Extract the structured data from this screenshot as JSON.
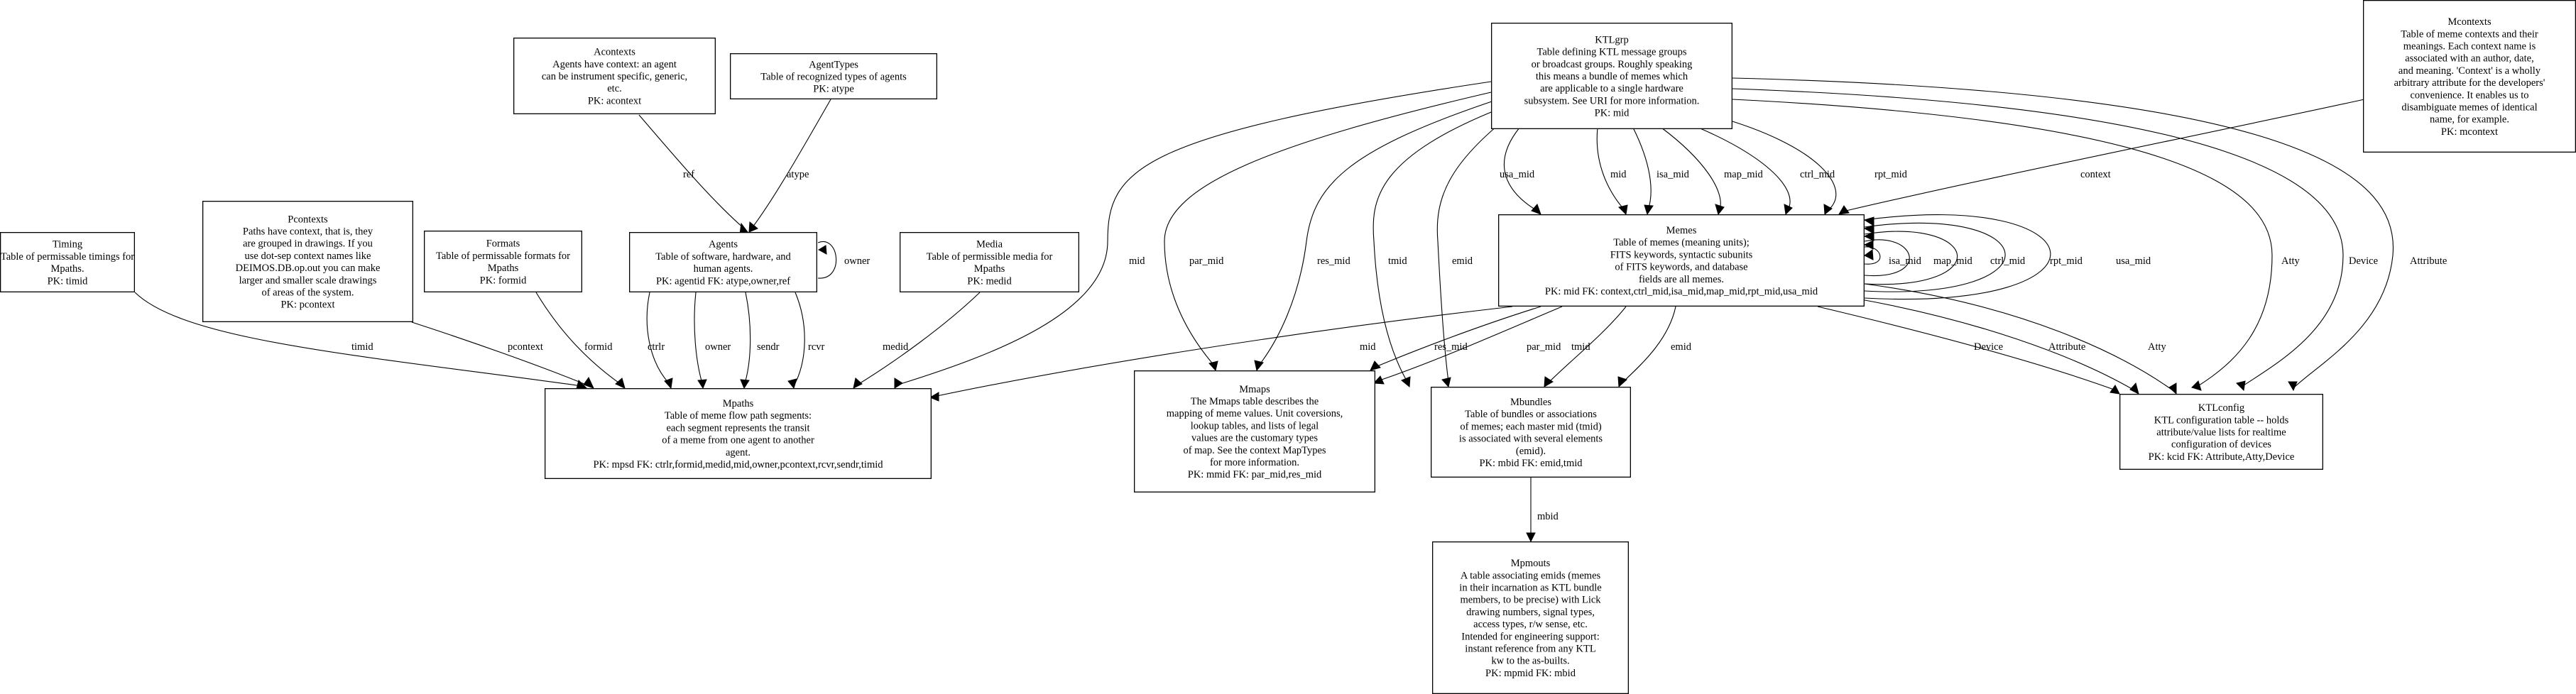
{
  "nodes": {
    "Timing": {
      "title": "Timing",
      "lines": [
        "Table of permissable timings for",
        "Mpaths.",
        "PK: timid"
      ]
    },
    "Pcontexts": {
      "title": "Pcontexts",
      "lines": [
        "Paths have context, that is, they",
        "are grouped in drawings. If you",
        "use dot-sep context names like",
        "DEIMOS.DB.op.out you can make",
        "larger and smaller scale drawings",
        "of areas of the system.",
        "PK: pcontext"
      ]
    },
    "Formats": {
      "title": "Formats",
      "lines": [
        "Table of permissable formats for",
        "Mpaths",
        "PK: formid"
      ]
    },
    "Acontexts": {
      "title": "Acontexts",
      "lines": [
        "Agents have context: an agent",
        "can be instrument specific, generic,",
        "etc.",
        "PK: acontext"
      ]
    },
    "AgentTypes": {
      "title": "AgentTypes",
      "lines": [
        "Table of recognized types of agents",
        "PK: atype"
      ]
    },
    "Agents": {
      "title": "Agents",
      "lines": [
        "Table of software, hardware, and",
        "human agents.",
        "PK: agentid FK: atype,owner,ref"
      ]
    },
    "Media": {
      "title": "Media",
      "lines": [
        "Table of permissible media for",
        "Mpaths",
        "PK: medid"
      ]
    },
    "Mpaths": {
      "title": "Mpaths",
      "lines": [
        "Table of meme flow path segments:",
        "each segment represents the transit",
        "of a meme from one agent to another",
        "agent.",
        "PK: mpsd FK: ctrlr,formid,medid,mid,owner,pcontext,rcvr,sendr,timid"
      ]
    },
    "KTLgrp": {
      "title": "KTLgrp",
      "lines": [
        "Table defining KTL message groups",
        "or broadcast groups. Roughly speaking",
        "this means a bundle of memes which",
        "are applicable to a single hardware",
        "subsystem. See URI for more information.",
        "PK: mid"
      ]
    },
    "Mcontexts": {
      "title": "Mcontexts",
      "lines": [
        "Table of meme contexts and their",
        "meanings. Each context name is",
        "associated with an author, date,",
        "and meaning. 'Context' is a wholly",
        "arbitrary attribute for the developers'",
        "convenience. It enables us to",
        "disambiguate memes of identical",
        "name, for example.",
        "PK: mcontext"
      ]
    },
    "Memes": {
      "title": "Memes",
      "lines": [
        "Table of memes (meaning units);",
        "FITS keywords, syntactic subunits",
        "of FITS keywords, and database",
        "fields are all memes.",
        "PK: mid FK: context,ctrl_mid,isa_mid,map_mid,rpt_mid,usa_mid"
      ]
    },
    "Mmaps": {
      "title": "Mmaps",
      "lines": [
        "The Mmaps table describes the",
        "mapping of meme values. Unit coversions,",
        "lookup tables, and lists of legal",
        "values are the customary types",
        "of map. See the context MapTypes",
        "for more information.",
        "PK: mmid FK: par_mid,res_mid"
      ]
    },
    "Mbundles": {
      "title": "Mbundles",
      "lines": [
        "Table of bundles or associations",
        "of memes; each master mid (tmid)",
        "is associated with several elements",
        "(emid).",
        "PK: mbid FK: emid,tmid"
      ]
    },
    "KTLconfig": {
      "title": "KTLconfig",
      "lines": [
        "KTL configuration table -- holds",
        "attribute/value lists for realtime",
        "configuration of devices",
        "PK: kcid FK: Attribute,Atty,Device"
      ]
    },
    "Mpmouts": {
      "title": "Mpmouts",
      "lines": [
        "A table associating emids (memes",
        "in their incarnation as KTL bundle",
        "members, to be precise) with Lick",
        "drawing numbers, signal types,",
        "access types, r/w sense, etc.",
        "Intended for engineering support:",
        "instant reference from any KTL",
        "kw to the as-builts.",
        "PK: mpmid FK: mbid"
      ]
    }
  },
  "edges": {
    "acontexts_agents": "ref",
    "agenttypes_agents": "atype",
    "agents_self": "owner",
    "timing_mpaths": "timid",
    "pcontexts_mpaths": "pcontext",
    "formats_mpaths": "formid",
    "agents_mpaths_ctrlr": "ctrlr",
    "agents_mpaths_owner": "owner",
    "agents_mpaths_sendr": "sendr",
    "agents_mpaths_rcvr": "rcvr",
    "media_mpaths": "medid",
    "ktlgrp_mpaths": "mid",
    "ktlgrp_mmaps_par": "par_mid",
    "ktlgrp_mmaps_res": "res_mid",
    "ktlgrp_mbundles_tmid": "tmid",
    "ktlgrp_mbundles_emid": "emid",
    "ktlgrp_memes_usa": "usa_mid",
    "ktlgrp_memes_mid": "mid",
    "ktlgrp_memes_isa": "isa_mid",
    "ktlgrp_memes_map": "map_mid",
    "ktlgrp_memes_ctrl": "ctrl_mid",
    "ktlgrp_memes_rpt": "rpt_mid",
    "ktlgrp_ktlconfig_atty": "Atty",
    "ktlgrp_ktlconfig_device": "Device",
    "ktlgrp_ktlconfig_attribute": "Attribute",
    "mcontexts_memes": "context",
    "memes_self_isa": "isa_mid",
    "memes_self_map": "map_mid",
    "memes_self_ctrl": "ctrl_mid",
    "memes_self_rpt": "rpt_mid",
    "memes_self_usa": "usa_mid",
    "memes_mpaths": "mid",
    "memes_mmaps_res": "res_mid",
    "memes_mmaps_par": "par_mid",
    "memes_mbundles_tmid": "tmid",
    "memes_mbundles_emid": "emid",
    "memes_ktlconfig_device": "Device",
    "memes_ktlconfig_attribute": "Attribute",
    "memes_ktlconfig_atty": "Atty",
    "mbundles_mpmouts": "mbid"
  }
}
